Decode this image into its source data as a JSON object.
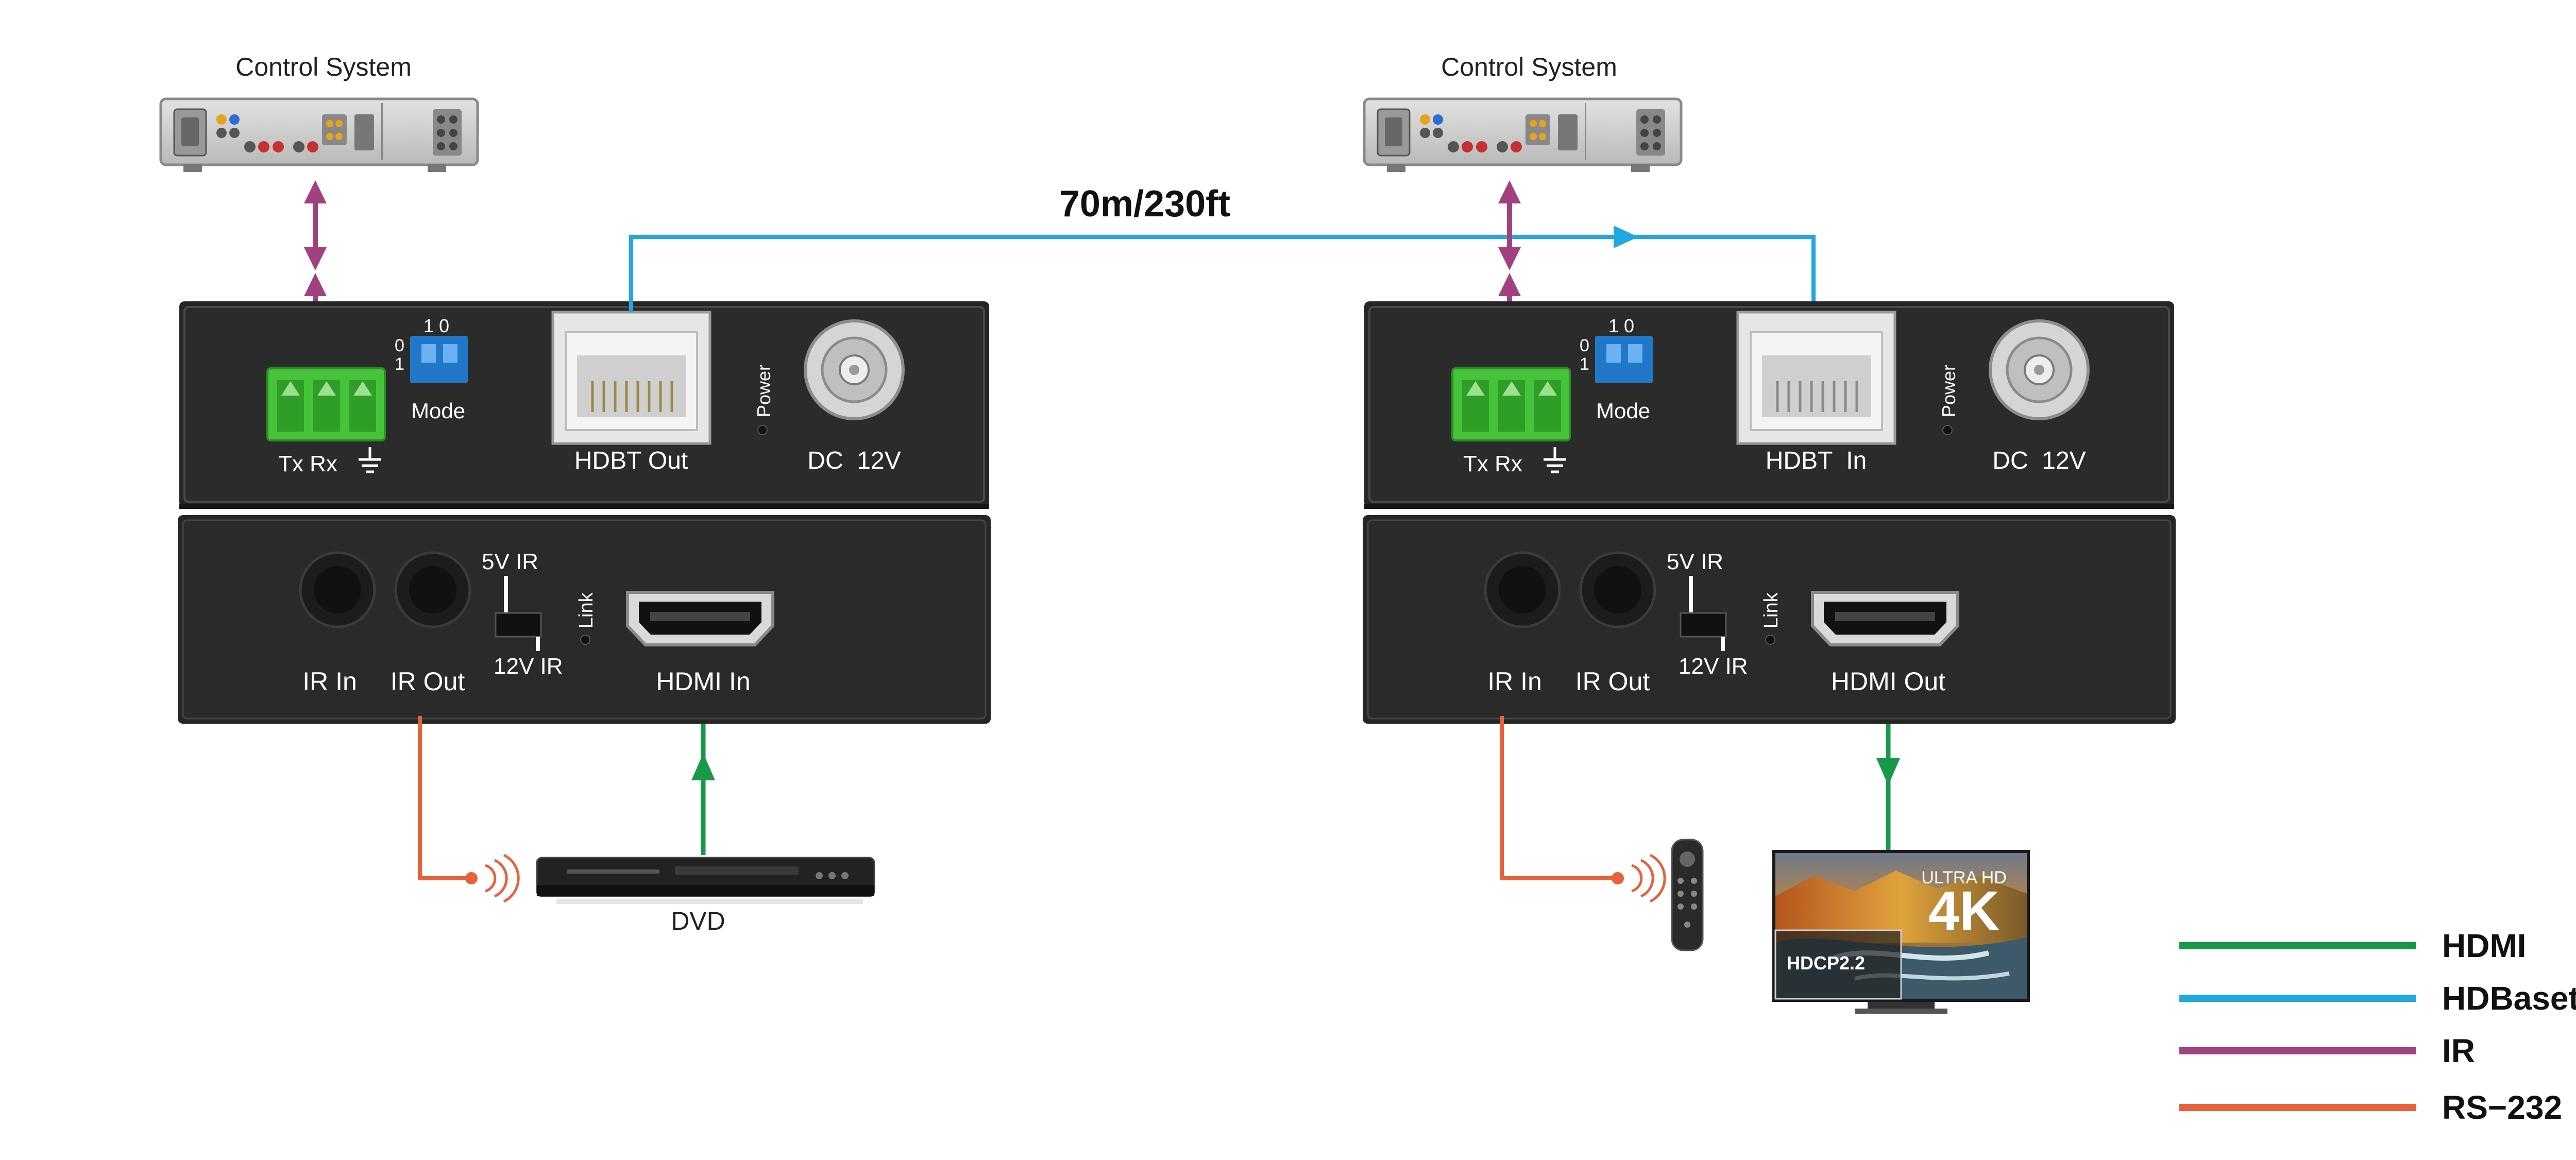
{
  "colors": {
    "hdmi": "#18994a",
    "hdbaset": "#22a8e0",
    "ir": "#a2417f",
    "rs232": "#e8613a",
    "panel": "#262626",
    "panel_text": "#ffffff",
    "terminal_green": "#46c33a",
    "dip_blue": "#2178c9"
  },
  "distance_label": "70m/230ft",
  "transmitter": {
    "control_system_label": "Control System",
    "terminal_label": "Tx Rx",
    "dip_top_label": "1 0",
    "dip_side_label_0": "0",
    "dip_side_label_1": "1",
    "mode_label": "Mode",
    "hdbt_label": "HDBT Out",
    "power_label": "Power",
    "dc_label": "DC  12V",
    "ir_in_label": "IR In",
    "ir_out_label": "IR Out",
    "switch_5v_label": "5V IR",
    "switch_12v_label": "12V IR",
    "link_label": "Link",
    "hdmi_label": "HDMI In",
    "source_label": "DVD"
  },
  "receiver": {
    "control_system_label": "Control System",
    "terminal_label": "Tx Rx",
    "dip_top_label": "1 0",
    "dip_side_label_0": "0",
    "dip_side_label_1": "1",
    "mode_label": "Mode",
    "hdbt_label": "HDBT  In",
    "power_label": "Power",
    "dc_label": "DC  12V",
    "ir_in_label": "IR In",
    "ir_out_label": "IR Out",
    "switch_5v_label": "5V IR",
    "switch_12v_label": "12V IR",
    "link_label": "Link",
    "hdmi_label": "HDMI Out",
    "tv_badge_ultra": "ULTRA HD",
    "tv_badge_4k": "4K",
    "tv_badge_hdcp": "HDCP2.2"
  },
  "legend": [
    {
      "label": "HDMI",
      "color": "#18994a"
    },
    {
      "label": "HDBaset",
      "color": "#22a8e0"
    },
    {
      "label": "IR",
      "color": "#a2417f"
    },
    {
      "label": "RS−232",
      "color": "#e8613a"
    }
  ]
}
